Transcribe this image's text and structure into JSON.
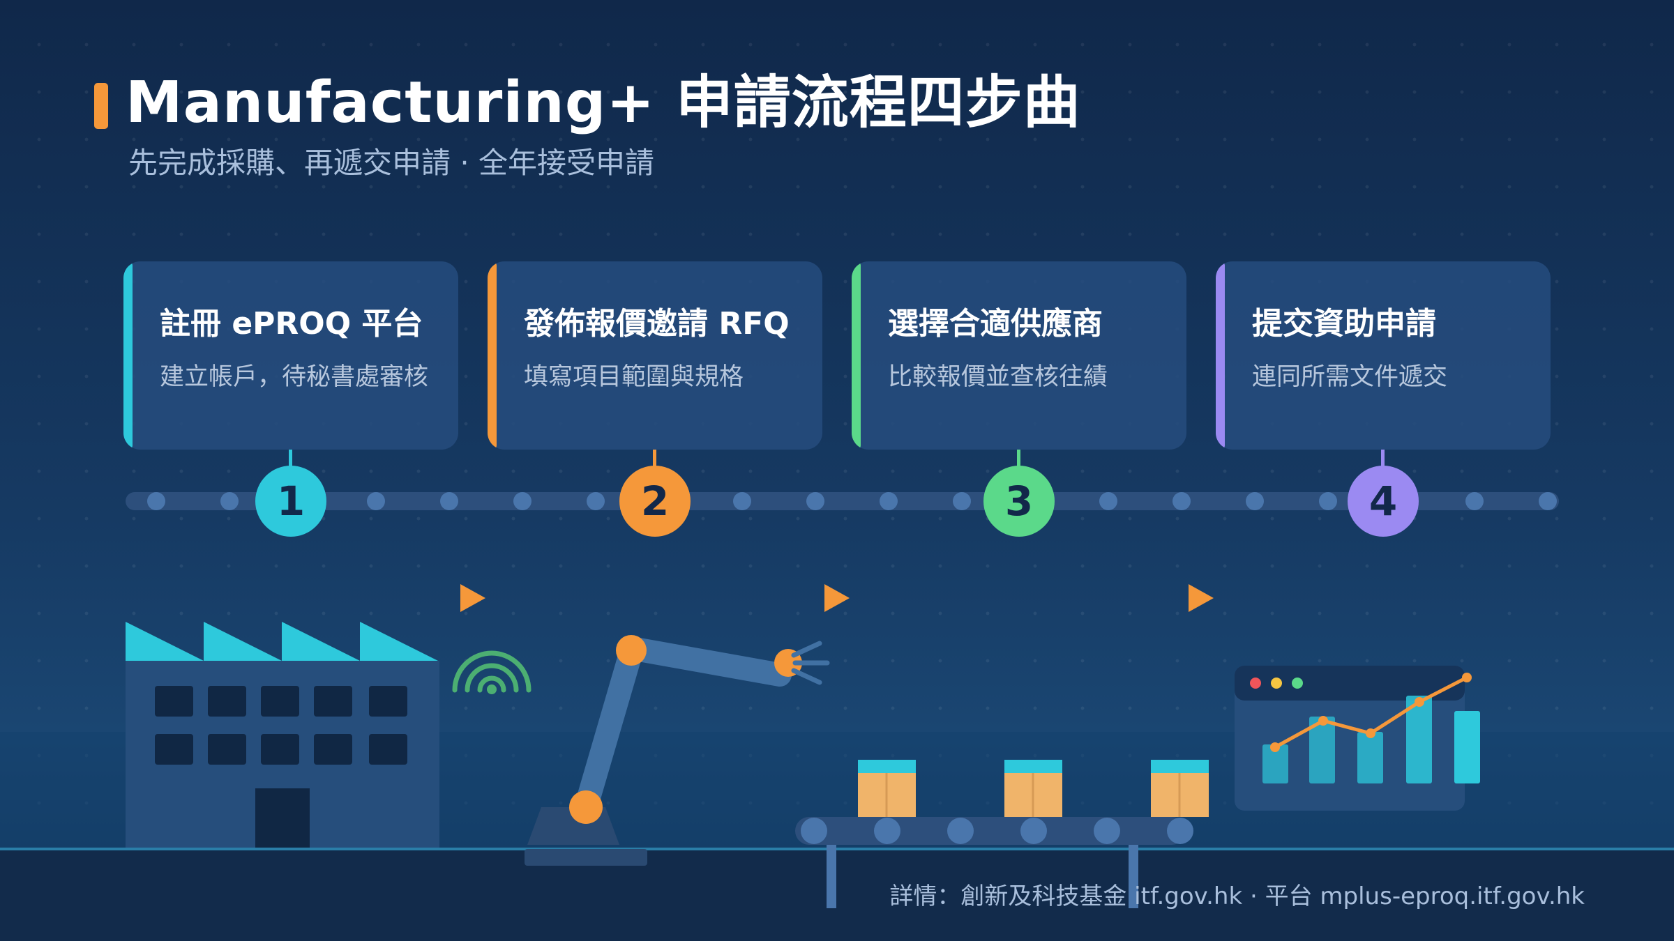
{
  "header": {
    "title": "Manufacturing+ 申請流程四步曲",
    "subtitle": "先完成採購、再遞交申請 · 全年接受申請"
  },
  "steps": [
    {
      "number": "1",
      "title": "註冊 ePROQ 平台",
      "desc": "建立帳戶，待秘書處審核",
      "color": "#2ec9dc"
    },
    {
      "number": "2",
      "title": "發佈報價邀請 RFQ",
      "desc": "填寫項目範圍與規格",
      "color": "#f5983a"
    },
    {
      "number": "3",
      "title": "選擇合適供應商",
      "desc": "比較報價並查核往績",
      "color": "#5bd98a"
    },
    {
      "number": "4",
      "title": "提交資助申請",
      "desc": "連同所需文件遞交",
      "color": "#9b8af2"
    }
  ],
  "footer": {
    "text": "詳情：創新及科技基金 itf.gov.hk · 平台 mplus-eproq.itf.gov.hk"
  },
  "illustrations": {
    "factory": "factory-icon",
    "wireless": "wifi-icon",
    "robot_arm": "robot-arm-icon",
    "conveyor": "conveyor-belt-icon",
    "dashboard": "chart-dashboard-icon"
  },
  "colors": {
    "background": "#163a63",
    "accent_orange": "#f5983a",
    "teal": "#2ec9dc",
    "green": "#5bd98a",
    "purple": "#9b8af2"
  }
}
